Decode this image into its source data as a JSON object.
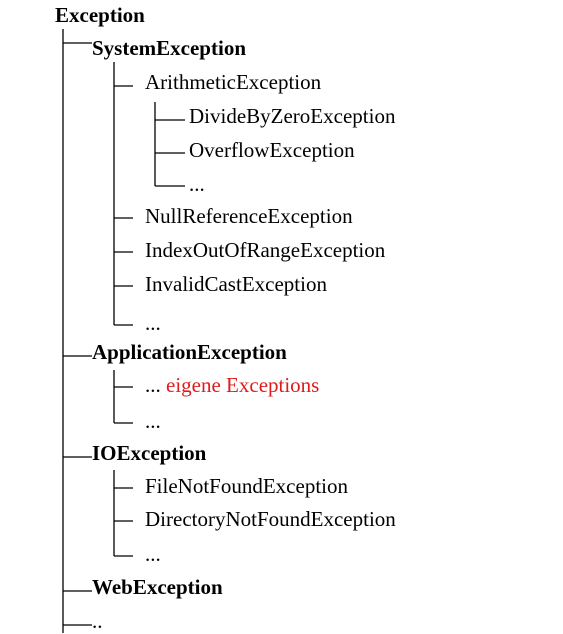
{
  "tree": {
    "root": {
      "label": "Exception"
    },
    "system": {
      "label": "SystemException",
      "arithmetic": {
        "label": "ArithmeticException",
        "divide_by_zero": "DivideByZeroException",
        "overflow": "OverflowException",
        "more": "..."
      },
      "null_reference": "NullReferenceException",
      "index_out_of_range": "IndexOutOfRangeException",
      "invalid_cast": "InvalidCastException",
      "more": "..."
    },
    "application": {
      "label": "ApplicationException",
      "custom_prefix": "...",
      "custom_exceptions": "eigene Exceptions",
      "more": "..."
    },
    "io": {
      "label": "IOException",
      "file_not_found": "FileNotFoundException",
      "directory_not_found": "DirectoryNotFoundException",
      "more": "..."
    },
    "web": {
      "label": "WebException"
    },
    "more": ".."
  },
  "colors": {
    "text": "#000000",
    "highlight": "#e01b1b"
  }
}
